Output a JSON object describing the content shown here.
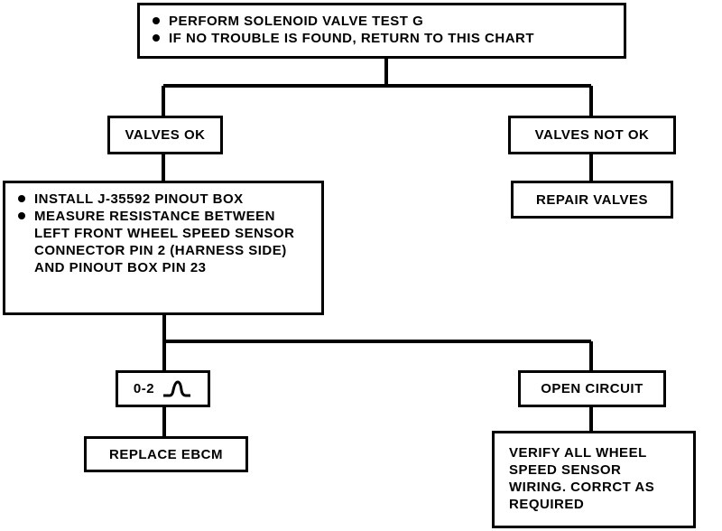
{
  "top": {
    "items": [
      "PERFORM SOLENOID VALVE TEST G",
      "IF NO TROUBLE IS FOUND, RETURN TO THIS CHART"
    ]
  },
  "valves_ok": "VALVES OK",
  "valves_not_ok": "VALVES NOT OK",
  "repair_valves": "REPAIR VALVES",
  "measure": {
    "items": [
      "INSTALL J-35592 PINOUT BOX",
      "MEASURE RESISTANCE BETWEEN LEFT FRONT WHEEL SPEED SENSOR CONNECTOR PIN 2 (HARNESS SIDE) AND PINOUT BOX PIN 23"
    ]
  },
  "zero_two": {
    "label": "0-2",
    "symbol": "ohm-wave-icon"
  },
  "open_circuit": "OPEN CIRCUIT",
  "replace_ebcm": "REPLACE EBCM",
  "verify": "VERIFY ALL WHEEL SPEED SENSOR WIRING. CORRCT AS REQUIRED"
}
